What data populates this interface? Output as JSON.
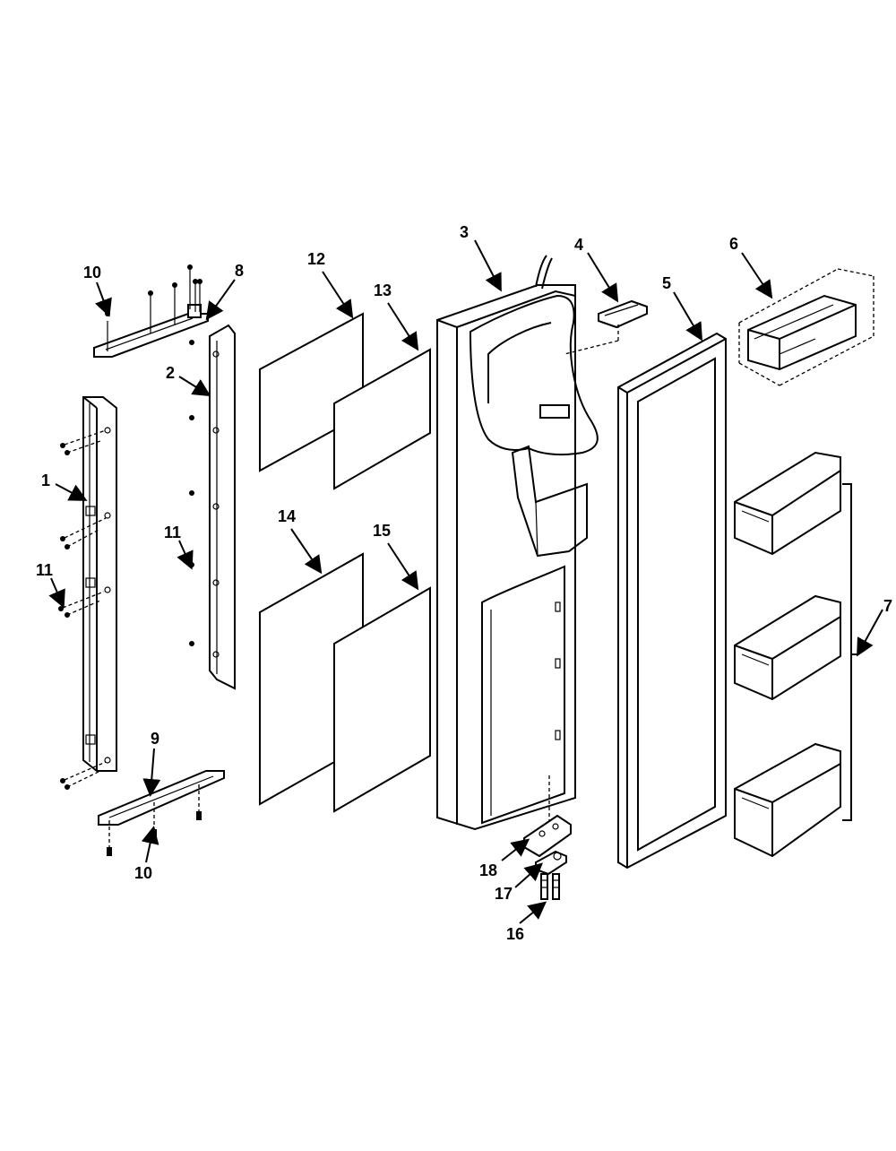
{
  "diagram": {
    "callouts": [
      {
        "id": "c1",
        "text": "1"
      },
      {
        "id": "c2",
        "text": "2"
      },
      {
        "id": "c3",
        "text": "3"
      },
      {
        "id": "c4",
        "text": "4"
      },
      {
        "id": "c5",
        "text": "5"
      },
      {
        "id": "c6",
        "text": "6"
      },
      {
        "id": "c7",
        "text": "7"
      },
      {
        "id": "c8",
        "text": "8"
      },
      {
        "id": "c9",
        "text": "9"
      },
      {
        "id": "c10a",
        "text": "10"
      },
      {
        "id": "c10b",
        "text": "10"
      },
      {
        "id": "c11a",
        "text": "11"
      },
      {
        "id": "c11b",
        "text": "11"
      },
      {
        "id": "c12",
        "text": "12"
      },
      {
        "id": "c13",
        "text": "13"
      },
      {
        "id": "c14",
        "text": "14"
      },
      {
        "id": "c15",
        "text": "15"
      },
      {
        "id": "c16",
        "text": "16"
      },
      {
        "id": "c17",
        "text": "17"
      },
      {
        "id": "c18",
        "text": "18"
      }
    ]
  }
}
